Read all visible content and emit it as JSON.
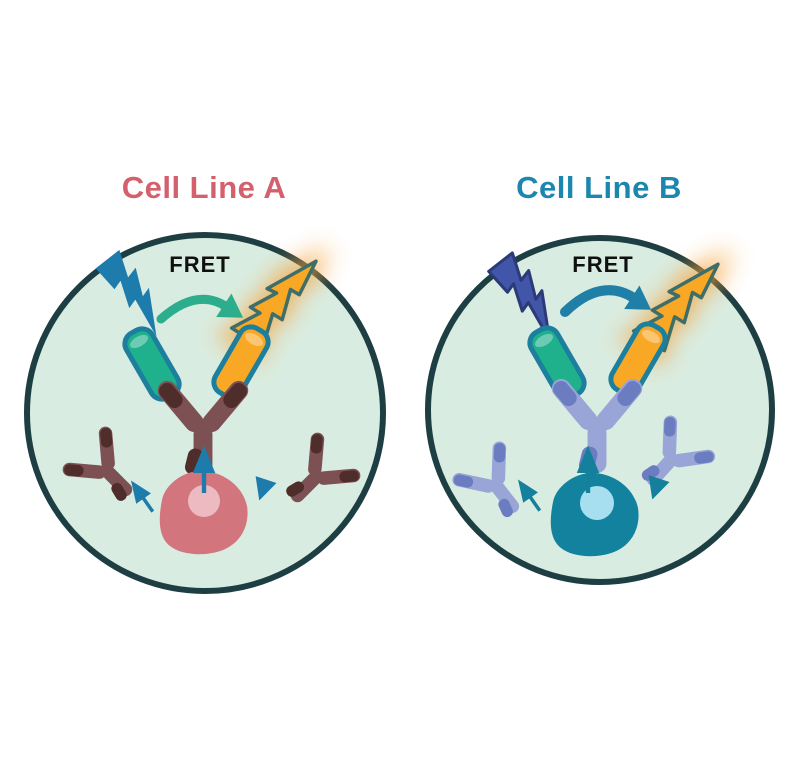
{
  "panels": [
    {
      "title": "Cell Line A",
      "fret_label": "FRET"
    },
    {
      "title": "Cell Line B",
      "fret_label": "FRET"
    }
  ],
  "icons": {
    "excitation_bolt": "lightning-bolt",
    "emission_bolt": "glowing-lightning-bolt",
    "fret_arrow": "curved-right-arrow",
    "donor_fluorophore": "green-cylinder",
    "acceptor_fluorophore": "yellow-cylinder",
    "antibody": "y-shaped-antibody",
    "cell": "cell-with-nucleus",
    "secretion_arrow": "small-arrow"
  },
  "colors": {
    "background": "#ffffff",
    "circle_fill": "#d9ece1",
    "circle_border": "#1d3e43",
    "title_a": "#d4606e",
    "title_b": "#1c87ae",
    "fret_text": "#101010",
    "excitation_bolt_a": "#1d7cab",
    "excitation_bolt_b": "#4156a8",
    "excitation_bolt_b_outline": "#2b3a78",
    "fret_arrow_a": "#2cae8d",
    "fret_arrow_b": "#1f7fa6",
    "emission_bolt_fill": "#f9a826",
    "emission_bolt_outline": "#3e6e69",
    "emission_glow": "#f6a33b",
    "donor_fluorophore": "#1fb08c",
    "acceptor_fluorophore": "#f9a826",
    "fluorophore_outline": "#1d7f9e",
    "antibody_a_main": "#7d5153",
    "antibody_a_accent": "#4e2d2a",
    "antibody_b_main": "#98a5d6",
    "antibody_b_accent": "#6b7cc1",
    "cell_a_body": "#d2757c",
    "cell_a_nucleus": "#eebac1",
    "cell_b_body": "#12829f",
    "cell_b_nucleus": "#a8dff0",
    "secretion_arrow_a": "#1d7cab",
    "secretion_arrow_b": "#15809b"
  }
}
